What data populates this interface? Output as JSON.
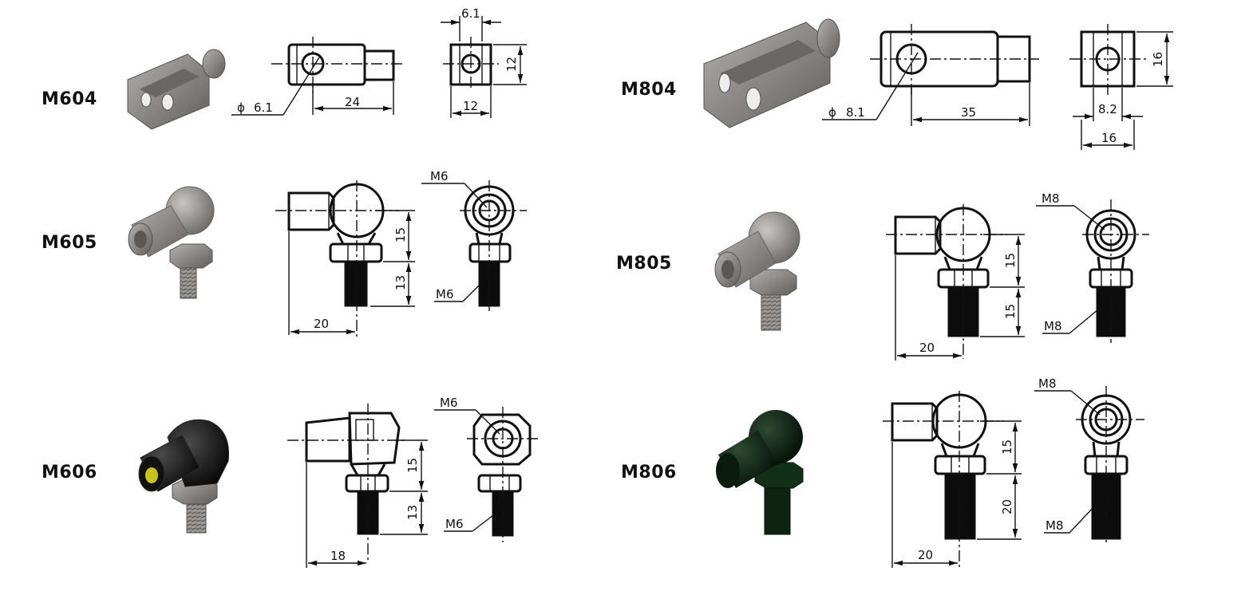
{
  "parts": [
    {
      "id": "M604",
      "name": "M604",
      "dims": {
        "hole": "6.1",
        "length": "24",
        "slot": "6.1",
        "height": "12",
        "width": "12"
      },
      "diameter_symbol": "ϕ"
    },
    {
      "id": "M605",
      "name": "M605",
      "dims": {
        "thread_top": "M6",
        "thread_bottom": "M6",
        "h1": "15",
        "h2": "13",
        "w": "20"
      }
    },
    {
      "id": "M606",
      "name": "M606",
      "dims": {
        "thread_top": "M6",
        "thread_bottom": "M6",
        "h1": "15",
        "h2": "13",
        "w": "18"
      }
    },
    {
      "id": "M804",
      "name": "M804",
      "dims": {
        "hole": "8.1",
        "length": "35",
        "slot": "8.2",
        "height": "16",
        "width": "16"
      },
      "diameter_symbol": "ϕ"
    },
    {
      "id": "M805",
      "name": "M805",
      "dims": {
        "thread_top": "M8",
        "thread_bottom": "M8",
        "h1": "15",
        "h2": "15",
        "w": "20"
      }
    },
    {
      "id": "M806",
      "name": "M806",
      "dims": {
        "thread_top": "M8",
        "thread_bottom": "M8",
        "h1": "15",
        "h2": "20",
        "w": "20"
      }
    }
  ],
  "colors": {
    "line": "#111111",
    "metal": "#8a8784",
    "black_part": "#1a1a1a",
    "dark_green_part": "#0f2a14",
    "yellow_insert": "#c9c21a"
  }
}
